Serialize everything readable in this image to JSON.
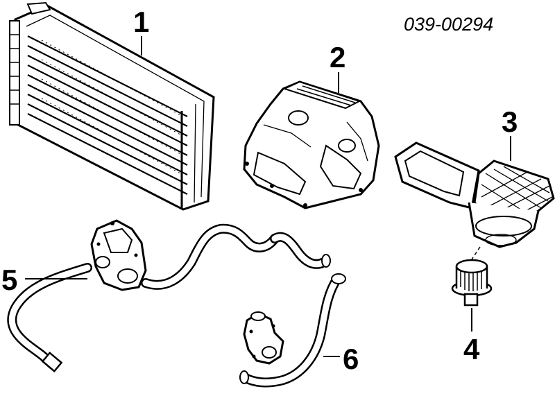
{
  "diagram": {
    "part_number": "039-00294",
    "callouts": [
      {
        "id": "1",
        "text": "1"
      },
      {
        "id": "2",
        "text": "2"
      },
      {
        "id": "3",
        "text": "3"
      },
      {
        "id": "4",
        "text": "4"
      },
      {
        "id": "5",
        "text": "5"
      },
      {
        "id": "6",
        "text": "6"
      }
    ],
    "colors": {
      "ink": "#000000",
      "paper": "#ffffff"
    }
  }
}
